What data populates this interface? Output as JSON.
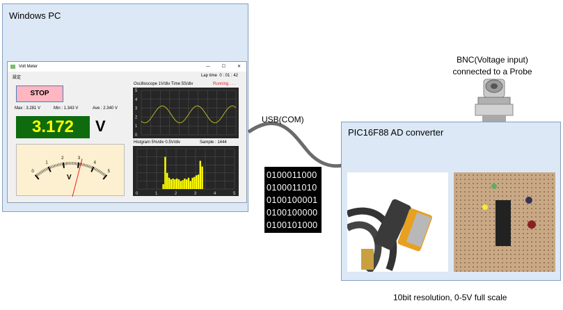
{
  "pc_box": {
    "title": "Windows PC"
  },
  "app": {
    "window_title": "Volt Meter",
    "menu": "設定",
    "minimize": "—",
    "maximize": "☐",
    "close": "✕",
    "lap_time_label": "Lap time",
    "lap_time": "0 : 01 : 42",
    "stop_label": "STOP",
    "max": "Max :  3.281 V",
    "min": "Min :  1.343  V",
    "ave": "Ave : 2.340 V",
    "reading": "3.172",
    "unit": "V",
    "meter_unit": "V",
    "meter_ticks": [
      "0",
      "1",
      "2",
      "3",
      "4",
      "5"
    ],
    "meter_value": 3.172,
    "oscilloscope_title": "Oscilloscope  1V/div  Time 5S/div",
    "status": "Running . . .",
    "histogram_title": "Histgram  5%/div  0.5V/div",
    "sample": "Sample :  1444",
    "colors": {
      "status": "#e02020",
      "reading": "#ffff00",
      "display_bg": "#0e6b0e",
      "stop_bg": "#ffb6c1",
      "wave": "#b5b52a",
      "hist": "#ffff00"
    }
  },
  "chart_data": [
    {
      "type": "line",
      "title": "Oscilloscope",
      "ylim": [
        0,
        5
      ],
      "yticks": [
        "0",
        "1",
        "2",
        "3",
        "4",
        "5"
      ],
      "xdivs": 10,
      "description_series": "sine",
      "mean": 2.3,
      "amplitude": 0.95,
      "period_div": 3.7
    },
    {
      "type": "bar",
      "title": "Histgram",
      "xlim": [
        0,
        5
      ],
      "xticks": [
        "0",
        "1",
        "2",
        "3",
        "4",
        "5"
      ],
      "x": [
        1.35,
        1.45,
        1.55,
        1.65,
        1.75,
        1.85,
        1.95,
        2.05,
        2.15,
        2.25,
        2.35,
        2.45,
        2.55,
        2.65,
        2.75,
        2.85,
        2.95,
        3.05,
        3.15,
        3.25,
        3.35
      ],
      "values": [
        6,
        40,
        20,
        14,
        12,
        13,
        12,
        13,
        12,
        10,
        11,
        13,
        12,
        14,
        10,
        14,
        15,
        17,
        18,
        35,
        28
      ]
    }
  ],
  "usb_label": "USB(COM)",
  "binary": [
    "0100011000",
    "0100011010",
    "0100100001",
    "0100100000",
    "0100101000"
  ],
  "bnc_label": [
    "BNC(Voltage input)",
    "connected to a Probe"
  ],
  "pic_box": {
    "title": "PIC16F88 AD converter"
  },
  "footer": "10bit resolution, 0-5V full scale"
}
